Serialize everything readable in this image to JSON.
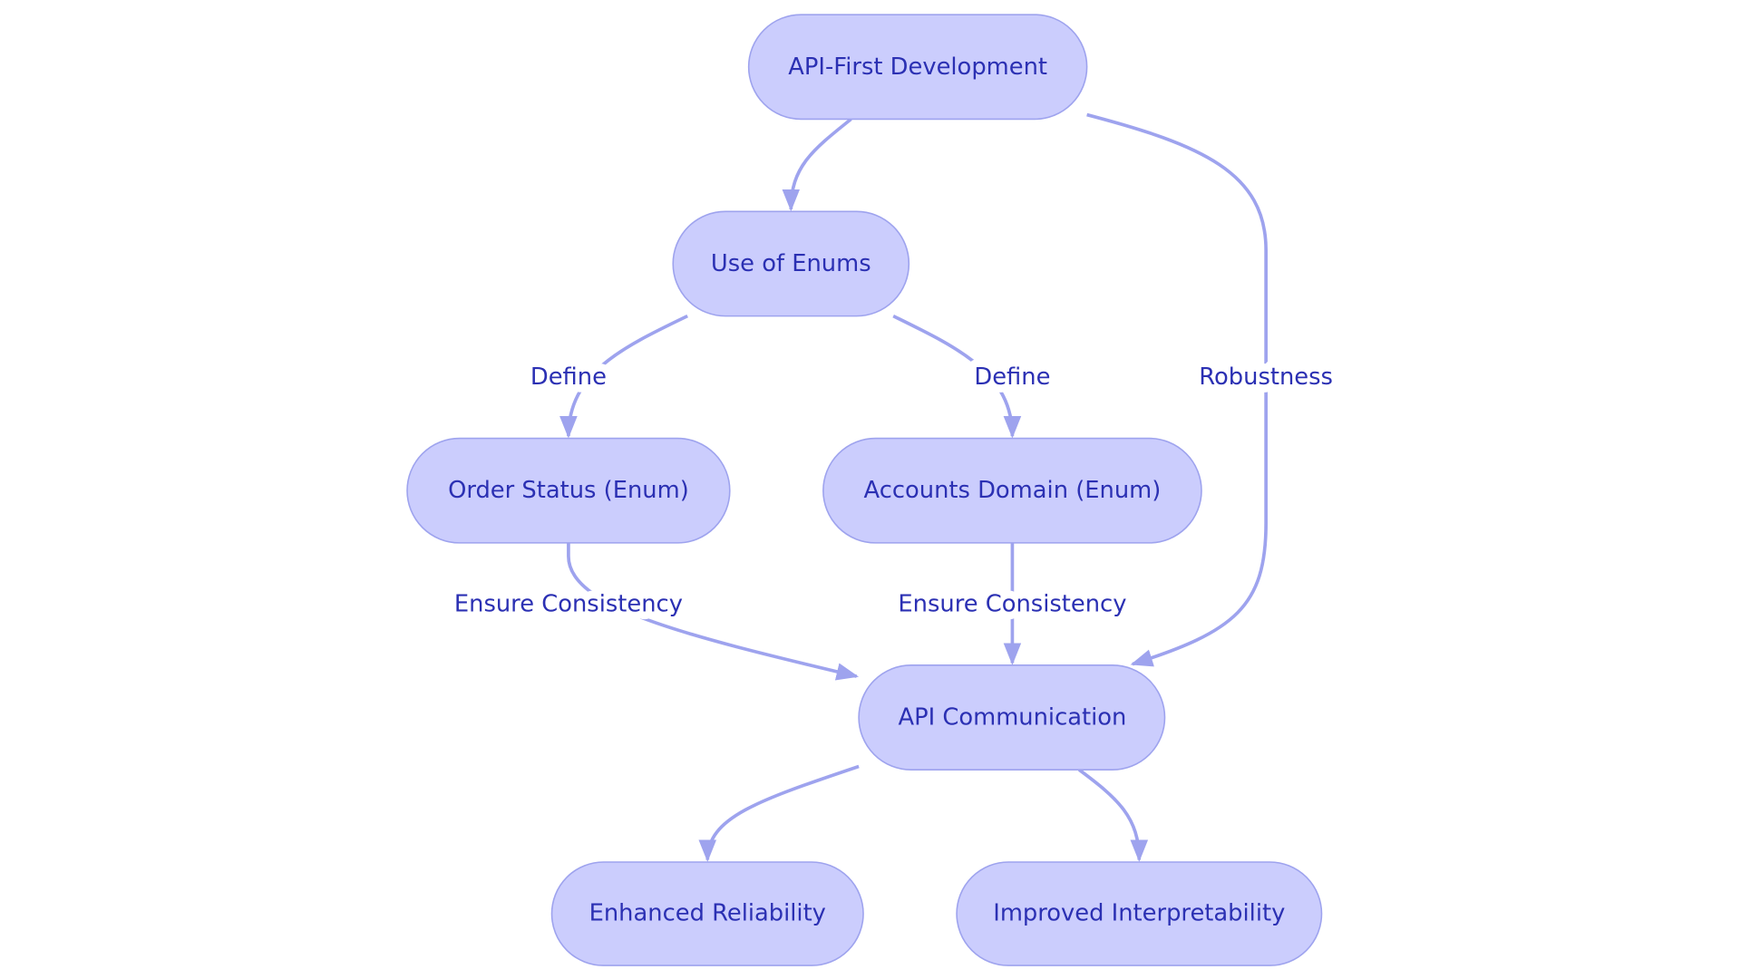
{
  "diagram": {
    "colors": {
      "node_fill": "#cbcdfd",
      "node_stroke": "#9ea3ee",
      "text": "#2b30b3",
      "edge": "#9ea3ee"
    },
    "nodes": {
      "api_first": "API-First Development",
      "enums": "Use of Enums",
      "order_status": "Order Status (Enum)",
      "accounts_domain": "Accounts Domain (Enum)",
      "api_comm": "API Communication",
      "reliability": "Enhanced Reliability",
      "interpretability": "Improved Interpretability"
    },
    "edges": [
      {
        "from": "api_first",
        "to": "enums",
        "label": ""
      },
      {
        "from": "enums",
        "to": "order_status",
        "label": "Define"
      },
      {
        "from": "enums",
        "to": "accounts_domain",
        "label": "Define"
      },
      {
        "from": "api_first",
        "to": "api_comm",
        "label": "Robustness"
      },
      {
        "from": "order_status",
        "to": "api_comm",
        "label": "Ensure Consistency"
      },
      {
        "from": "accounts_domain",
        "to": "api_comm",
        "label": "Ensure Consistency"
      },
      {
        "from": "api_comm",
        "to": "reliability",
        "label": ""
      },
      {
        "from": "api_comm",
        "to": "interpretability",
        "label": ""
      }
    ]
  }
}
